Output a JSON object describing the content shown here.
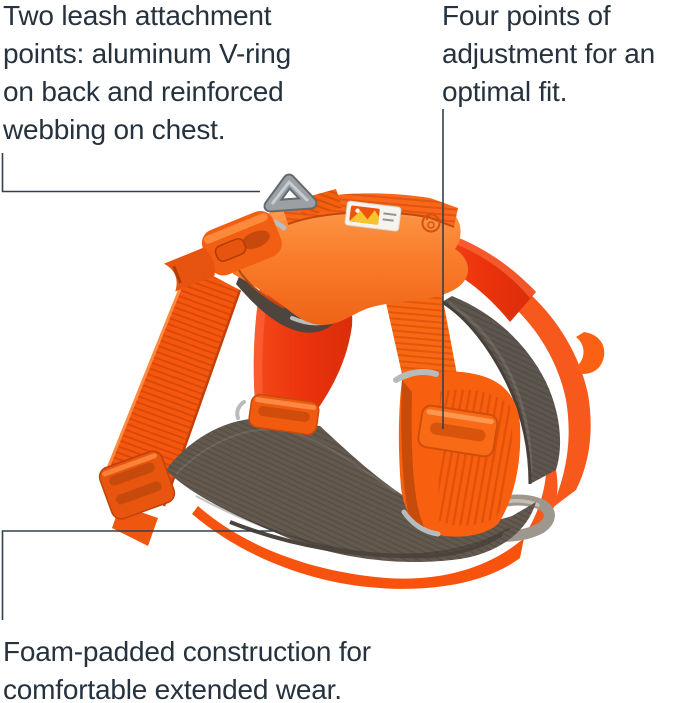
{
  "page": {
    "background": "#ffffff"
  },
  "annotations": {
    "leash_points": {
      "text": "Two leash attachment\npoints: aluminum V-ring\non back and reinforced\nwebbing on chest."
    },
    "adjustment": {
      "text": "Four points of\nadjustment for an\noptimal fit."
    },
    "foam_padding": {
      "text": "Foam-padded construction for\ncomfortable extended wear."
    }
  },
  "figure": {
    "alt": "Orange dog harness in three-quarter view: aluminum V-ring and webbing handle on the back panel, side-release buckle, four strap adjustment sliders, reflective trim, and a foam-padded gray chest panel",
    "colors": {
      "harness_orange": "#f96a14",
      "suede_orange": "#f97e2b",
      "strap_red_orange": "#ee3910",
      "pad_gray": "#63594f",
      "neck_pad_gray": "#5e564e",
      "aluminum_gray": "#9aa0a3",
      "reflective_trim": "#b7bbbc",
      "label_yellow": "#f5c52a"
    }
  },
  "callouts": {
    "text_color": "#26323e",
    "line_color": "#31404c"
  }
}
